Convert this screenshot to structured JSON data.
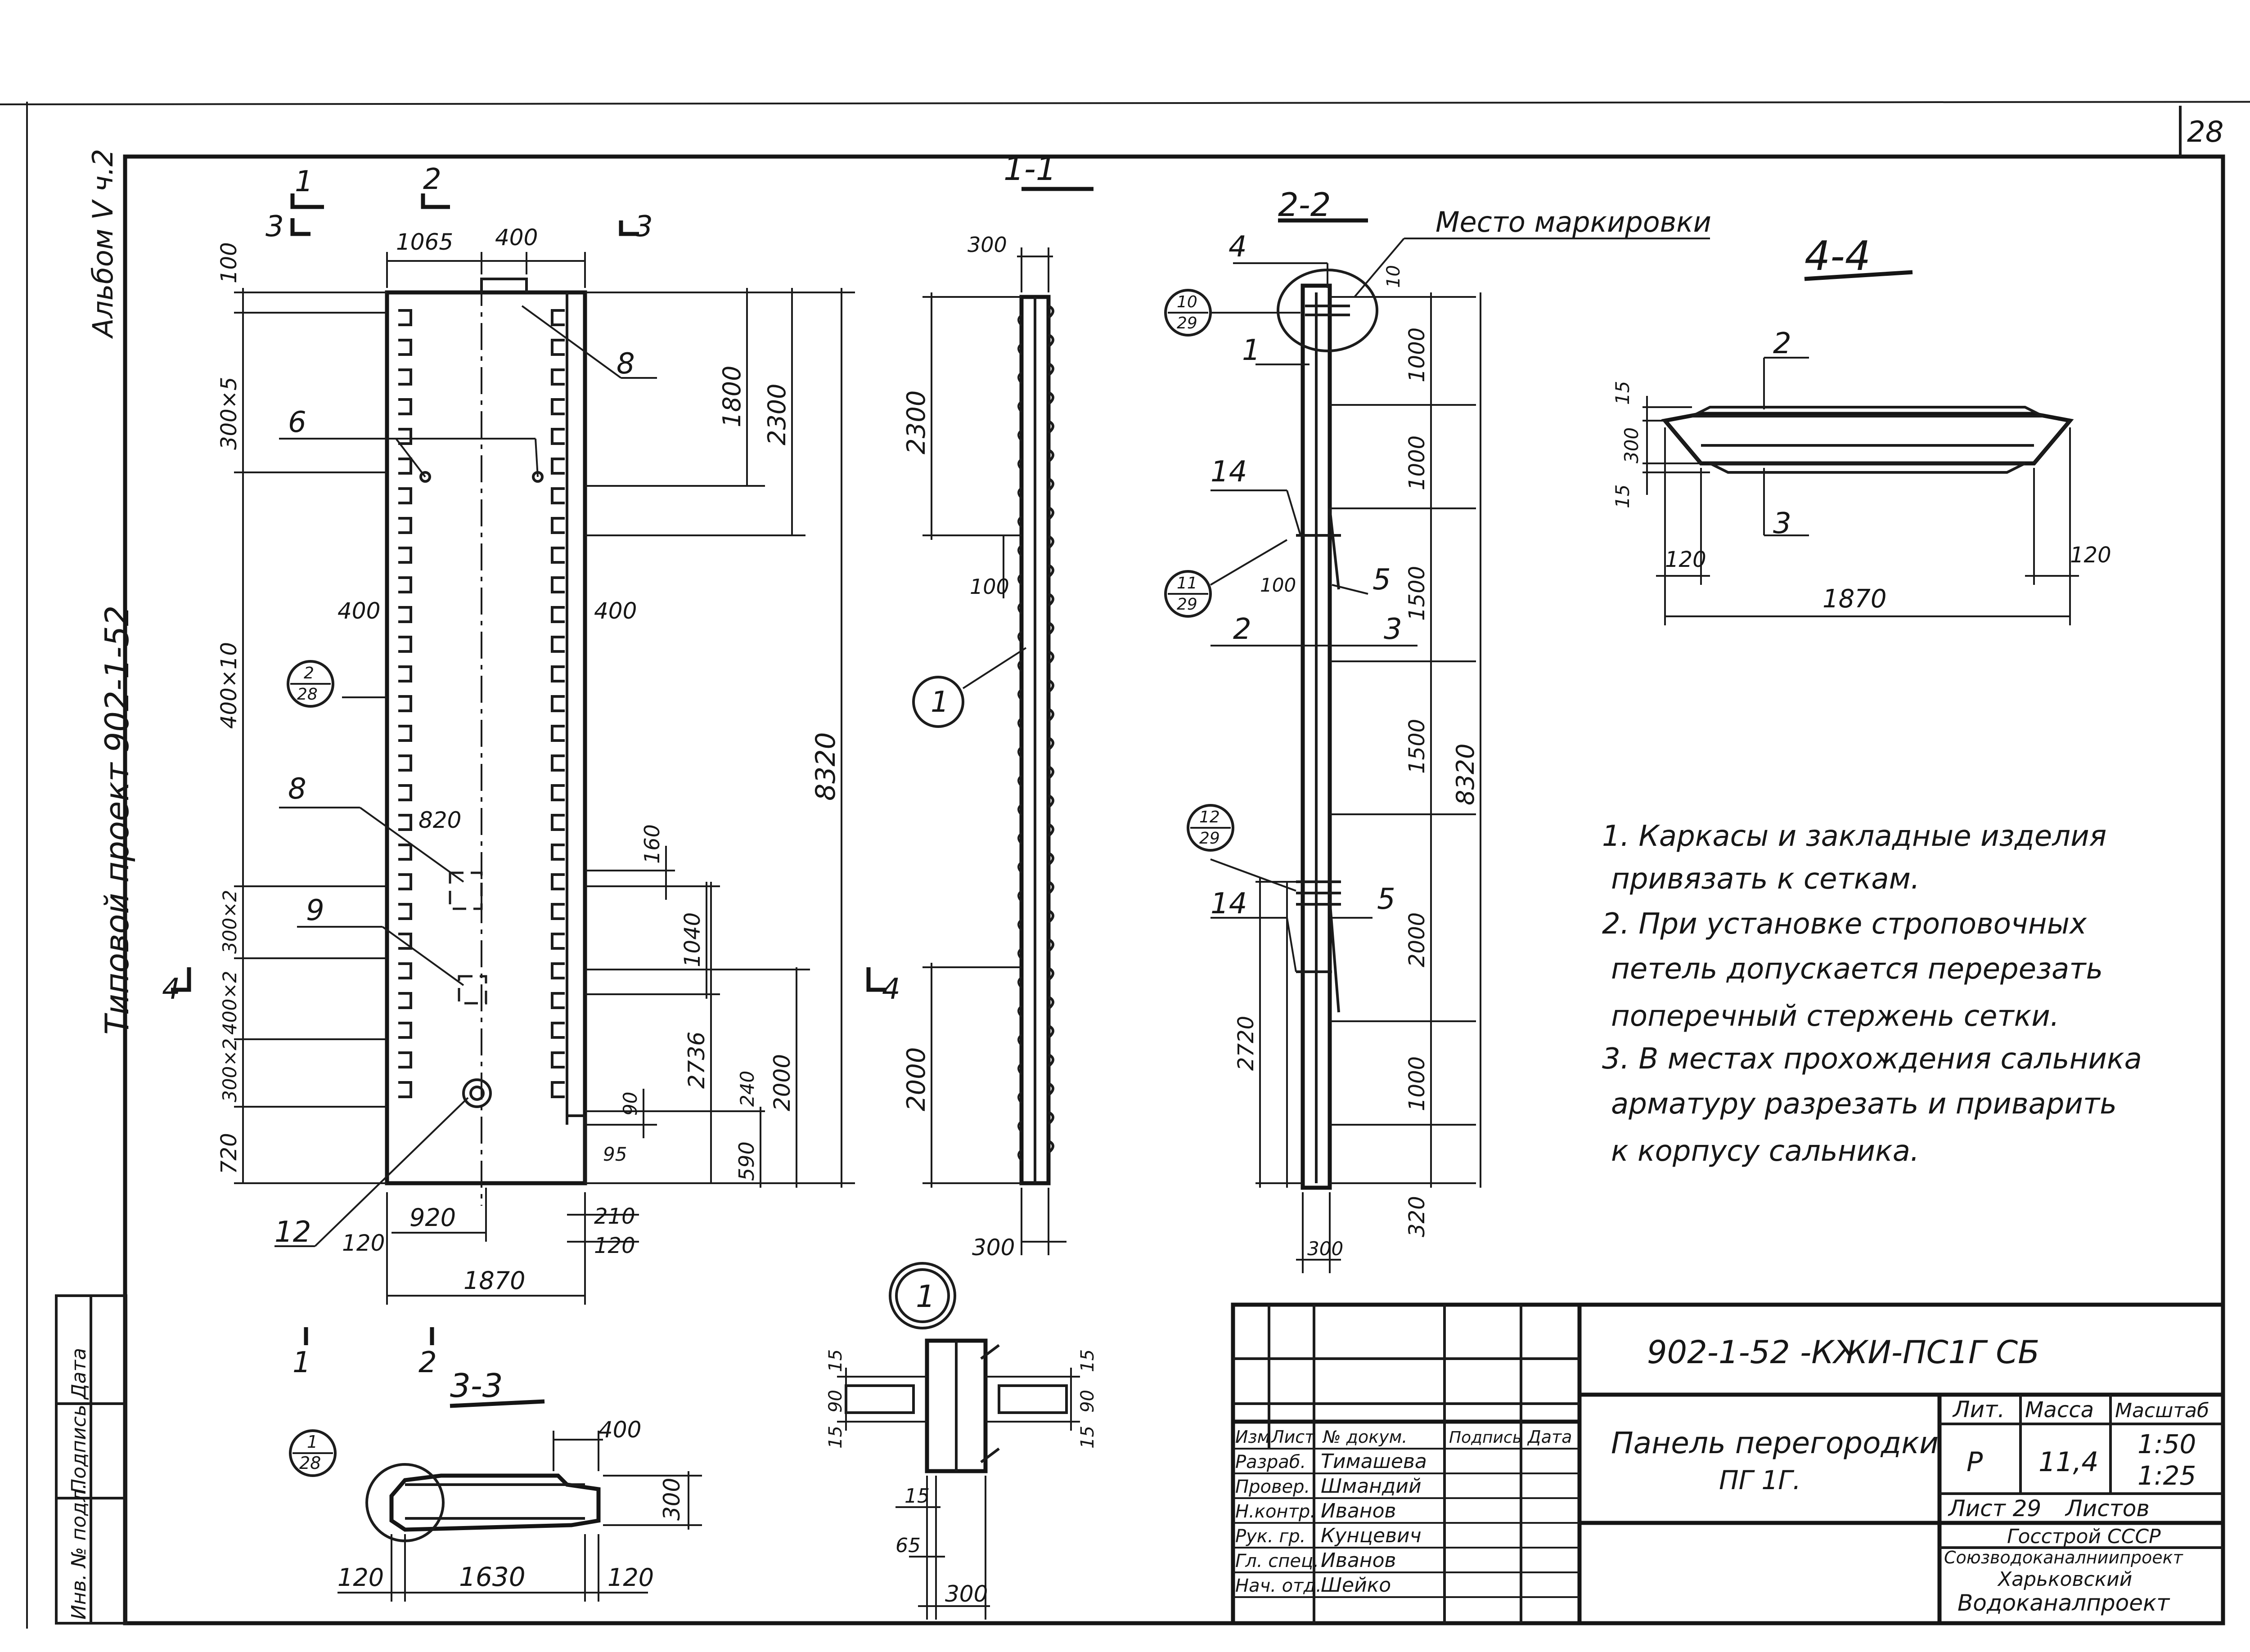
{
  "sheet": {
    "page_number": "28",
    "album": "Альбом V ч.2",
    "project": "Типовой проект 902-1-52",
    "side_stamp": [
      "Инв. № подл.",
      "Подпись",
      "Дата"
    ]
  },
  "elevation": {
    "section_marks": [
      "1",
      "2",
      "3",
      "3",
      "4",
      "4",
      "1",
      "2"
    ],
    "top_dims": [
      "1065",
      "400"
    ],
    "left_dims": [
      "100",
      "300×5",
      "400×10",
      "300×2",
      "400×2",
      "300×2",
      "720"
    ],
    "side_dims": [
      "400",
      "400",
      "820"
    ],
    "right_dims": [
      "1800",
      "2300",
      "8320",
      "160",
      "1040",
      "2736",
      "2000",
      "240",
      "90",
      "95",
      "590"
    ],
    "bottom_dims": [
      "920",
      "120",
      "1870",
      "210",
      "120"
    ],
    "callouts": [
      "8",
      "6",
      "8",
      "9",
      "12"
    ],
    "detail_ref": {
      "num": "2",
      "sheet": "28"
    }
  },
  "section_1_1": {
    "title": "1-1",
    "dims": [
      "300",
      "2300",
      "100",
      "2000",
      "300"
    ],
    "callout": "1"
  },
  "section_2_2": {
    "title": "2-2",
    "marking_label": "Место маркировки",
    "callouts": [
      "4",
      "1",
      "14",
      "2",
      "3",
      "5",
      "14",
      "5"
    ],
    "refs": [
      {
        "num": "10",
        "sheet": "29"
      },
      {
        "num": "11",
        "sheet": "29"
      },
      {
        "num": "12",
        "sheet": "29"
      }
    ],
    "dims": [
      "10",
      "1000",
      "1000",
      "1500",
      "1500",
      "8320",
      "2000",
      "1000",
      "320",
      "2720",
      "100",
      "300"
    ]
  },
  "section_4_4": {
    "title": "4-4",
    "callouts": [
      "2",
      "3"
    ],
    "dims": [
      "15",
      "300",
      "15",
      "120",
      "120",
      "1870"
    ]
  },
  "notes": [
    "1. Каркасы и закладные изделия",
    "привязать к сеткам.",
    "2. При установке строповочных",
    "петель допускается перерезать",
    "поперечный стержень сетки.",
    "3. В местах прохождения сальника",
    "арматуру разрезать и приварить",
    "к корпусу сальника."
  ],
  "section_3_3": {
    "title": "3-3",
    "ref": {
      "num": "1",
      "sheet": "28"
    },
    "dims": [
      "400",
      "300",
      "120",
      "1630",
      "120"
    ]
  },
  "node_1": {
    "label": "1",
    "dims": [
      "15",
      "90",
      "15",
      "15",
      "90",
      "15",
      "15",
      "65",
      "300"
    ]
  },
  "title_block": {
    "designation": "902-1-52   -КЖИ-ПС1Г  СБ",
    "name_line1": "Панель перегородки",
    "name_line2": "ПГ 1Г.",
    "headers": [
      "Изм",
      "Лист",
      "№ докум.",
      "Подпись",
      "Дата"
    ],
    "rows": [
      {
        "role": "Разраб.",
        "name": "Тимашева"
      },
      {
        "role": "Провер.",
        "name": "Шмандий"
      },
      {
        "role": "Н.контр.",
        "name": "Иванов"
      },
      {
        "role": "Рук. гр.",
        "name": "Кунцевич"
      },
      {
        "role": "Гл. спец.",
        "name": "Иванов"
      },
      {
        "role": "Нач. отд.",
        "name": "Шейко"
      }
    ],
    "lit_label": "Лит.",
    "lit_value": "Р",
    "mass_label": "Масса",
    "mass_value": "11,4",
    "scale_label": "Масштаб",
    "scale_values": [
      "1:50",
      "1:25"
    ],
    "sheet_label": "Лист 29",
    "sheets_label": "Листов",
    "org": [
      "Госстрой СССР",
      "Союзводоканалниипроект",
      "Харьковский",
      "Водоканалпроект"
    ]
  }
}
